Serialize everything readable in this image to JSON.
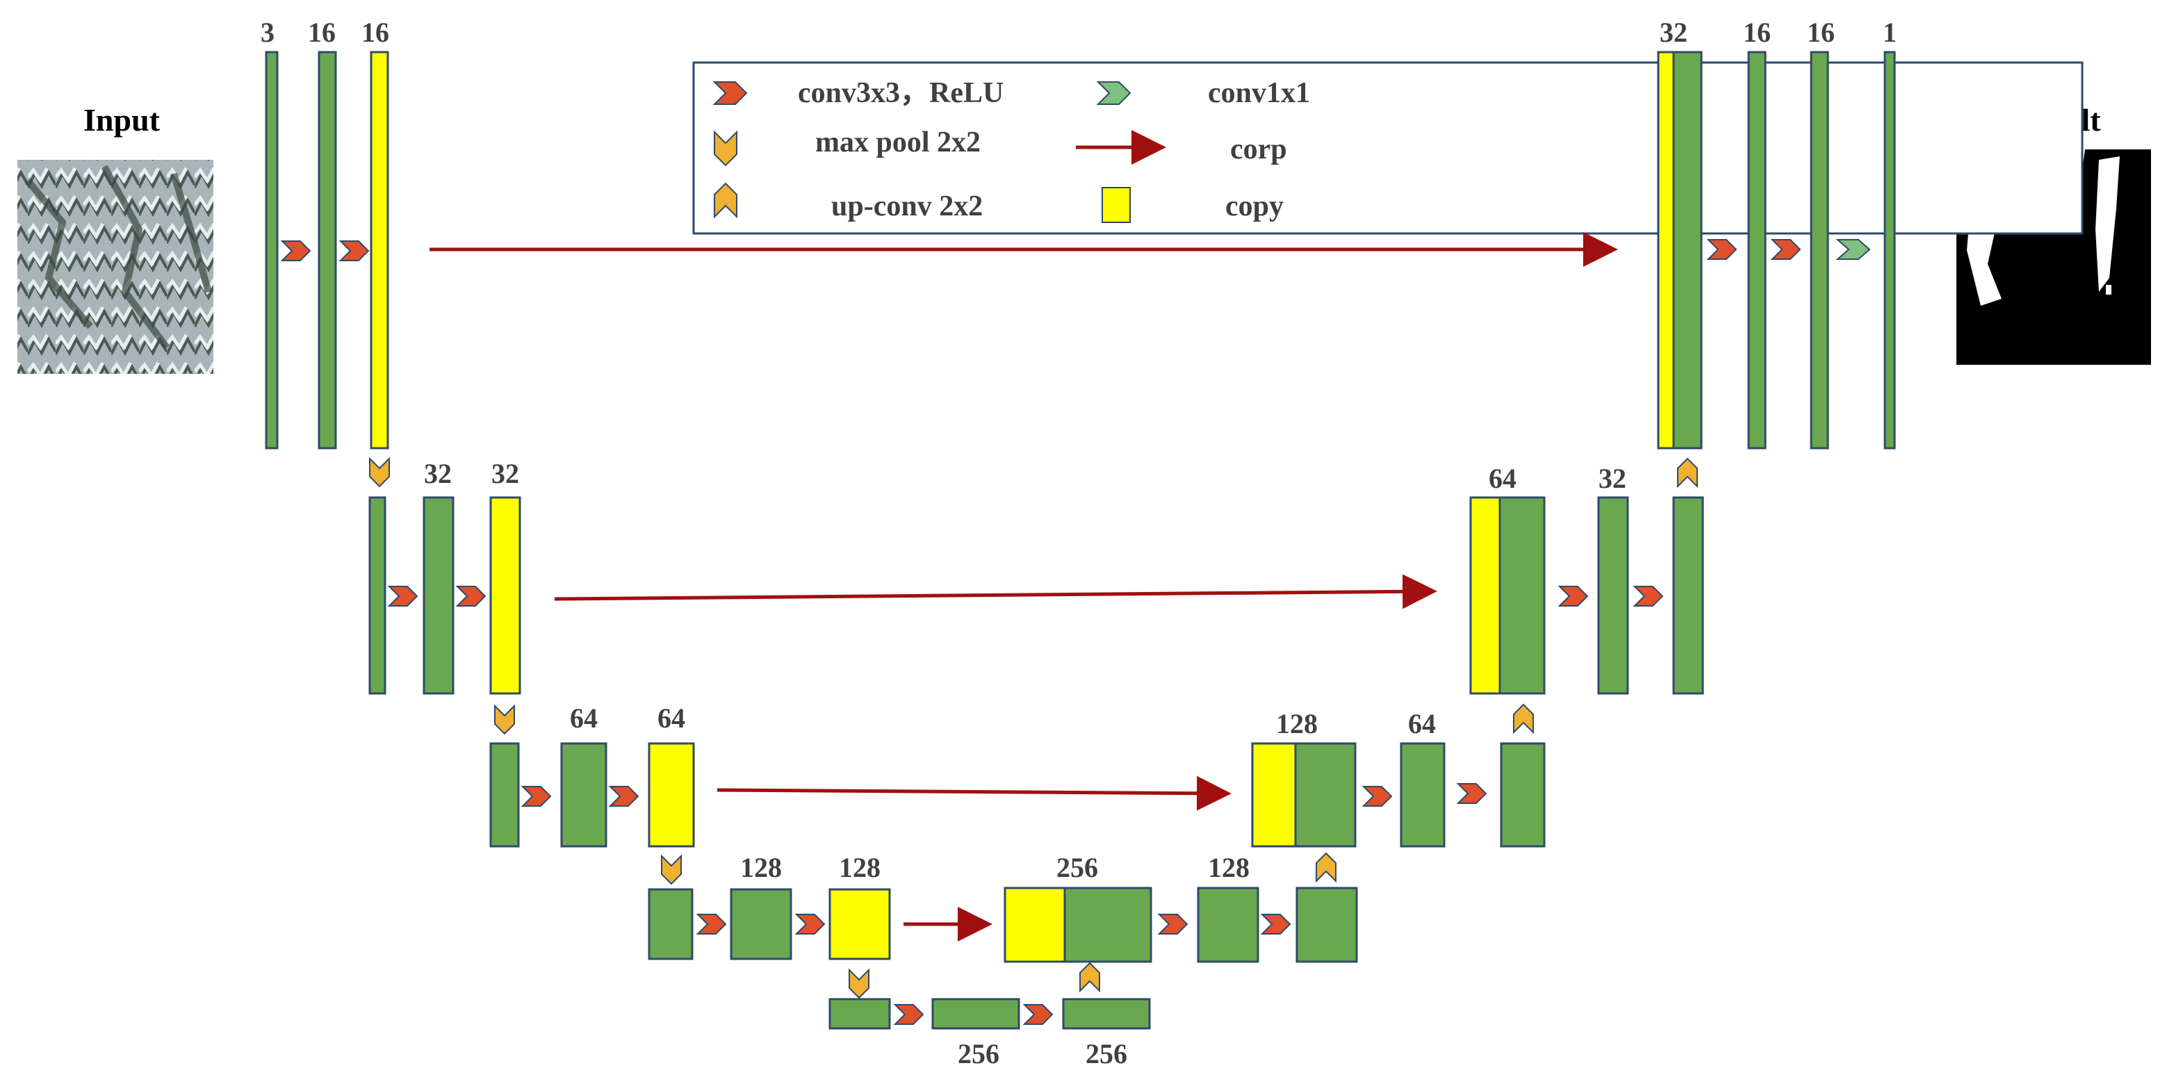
{
  "side_labels": {
    "input": "Input",
    "result": "Result"
  },
  "legend": {
    "conv3x3": "conv3x3，ReLU",
    "conv1x1": "conv1x1",
    "max_pool": "max pool 2x2",
    "corp": "corp",
    "up_conv": "up-conv 2x2",
    "copy": "copy"
  },
  "channels": {
    "enc1": [
      "3",
      "16",
      "16"
    ],
    "enc2": [
      "32",
      "32"
    ],
    "enc3": [
      "64",
      "64"
    ],
    "enc4": [
      "128",
      "128"
    ],
    "bottleneck": [
      "256",
      "256"
    ],
    "dec4": [
      "256",
      "128"
    ],
    "dec3": [
      "128",
      "64"
    ],
    "dec2": [
      "64",
      "32"
    ],
    "dec1": [
      "32",
      "16",
      "16",
      "1"
    ]
  },
  "colors": {
    "feature_map": "#6aa84f",
    "copy": "#ffff00",
    "conv3x3_arrow": "#e0502a",
    "conv1x1_arrow": "#7fbf7f",
    "pool_upconv_arrow": "#f0b030",
    "corp_arrow": "#a01010"
  },
  "icons": {
    "conv3x3": "red-chevron-right-icon",
    "conv1x1": "green-chevron-right-icon",
    "max_pool": "orange-chevron-down-icon",
    "up_conv": "orange-chevron-up-icon",
    "corp": "red-arrow-right-icon",
    "copy": "yellow-square-icon"
  }
}
